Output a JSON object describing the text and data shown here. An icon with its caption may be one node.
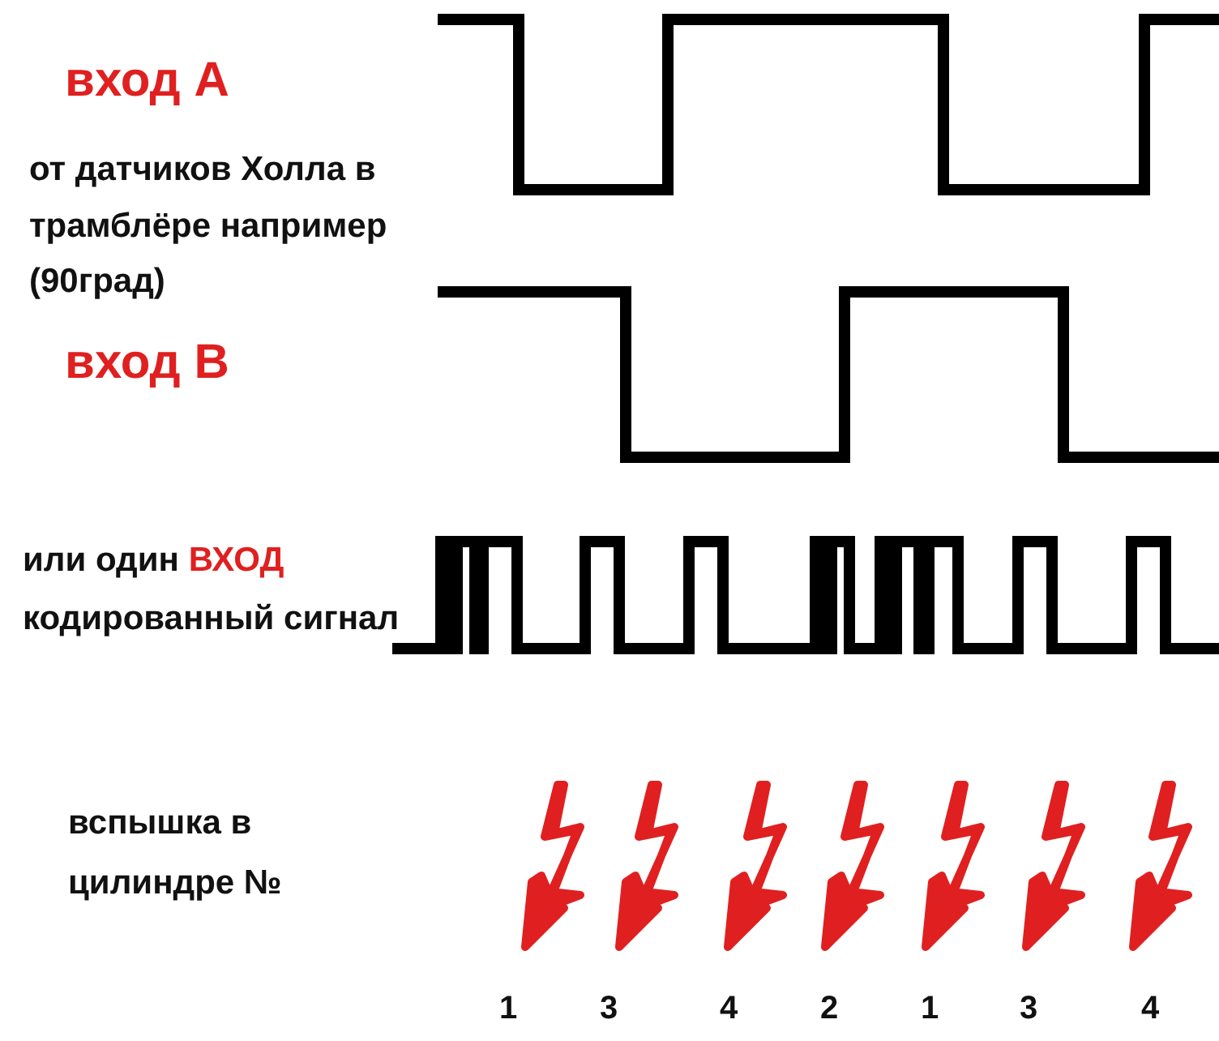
{
  "diagram": {
    "labels": [
      "вход А",
      "от датчиков Холла в трамблёре например (90град)",
      "вход В",
      "или один **ВХОД** кодированный сигнал",
      "вспышка в цилиндре №",
      "1",
      "3",
      "4",
      "2",
      "1",
      "3",
      "4"
    ]
  }
}
